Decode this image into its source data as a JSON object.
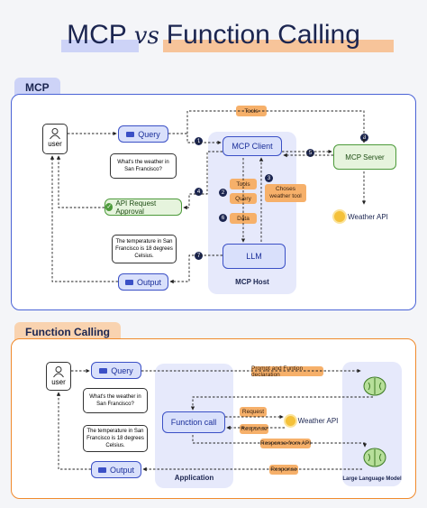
{
  "title": {
    "part1": "MCP",
    "vs": "vs",
    "part2": "Function Calling",
    "hl1": "#cdd3f7",
    "hl2": "#f7c49a"
  },
  "mcp": {
    "tab": "MCP",
    "user": "user",
    "query": "Query",
    "query_msg": "What's the weather in San Francisco?",
    "approval": "API Request Approval",
    "result_msg": "The temperature in San Francisco is 18 degrees Celsius.",
    "output": "Output",
    "client": "MCP Client",
    "server": "MCP Server",
    "weather": "Weather API",
    "llm": "LLM",
    "host": "MCP Host",
    "tools_top": "Tools",
    "tools": "Tools",
    "query_tag": "Query",
    "data": "Data",
    "chooses": "Choses weather tool",
    "steps": [
      "1",
      "2",
      "3",
      "4",
      "5",
      "6",
      "7",
      "8"
    ]
  },
  "fc": {
    "tab": "Function Calling",
    "user": "user",
    "query": "Query",
    "query_msg": "What's the weather in San Francisco?",
    "result_msg": "The temperature in San Francisco is 18 degrees Celsius.",
    "output": "Output",
    "prompt_decl": "Prompt and Funtion declaration",
    "function_call": "Function call",
    "request": "Request",
    "response": "Response",
    "weather": "Weather API",
    "response_from_api": "Response from API",
    "response2": "Response",
    "application": "Application",
    "llm_label": "Large Language Model"
  },
  "colors": {
    "navy": "#1b2550",
    "blue_border": "#3b50c6",
    "orange": "#f6b06a",
    "mcp_border": "#4a63d6",
    "fc_border": "#f08a2c"
  }
}
